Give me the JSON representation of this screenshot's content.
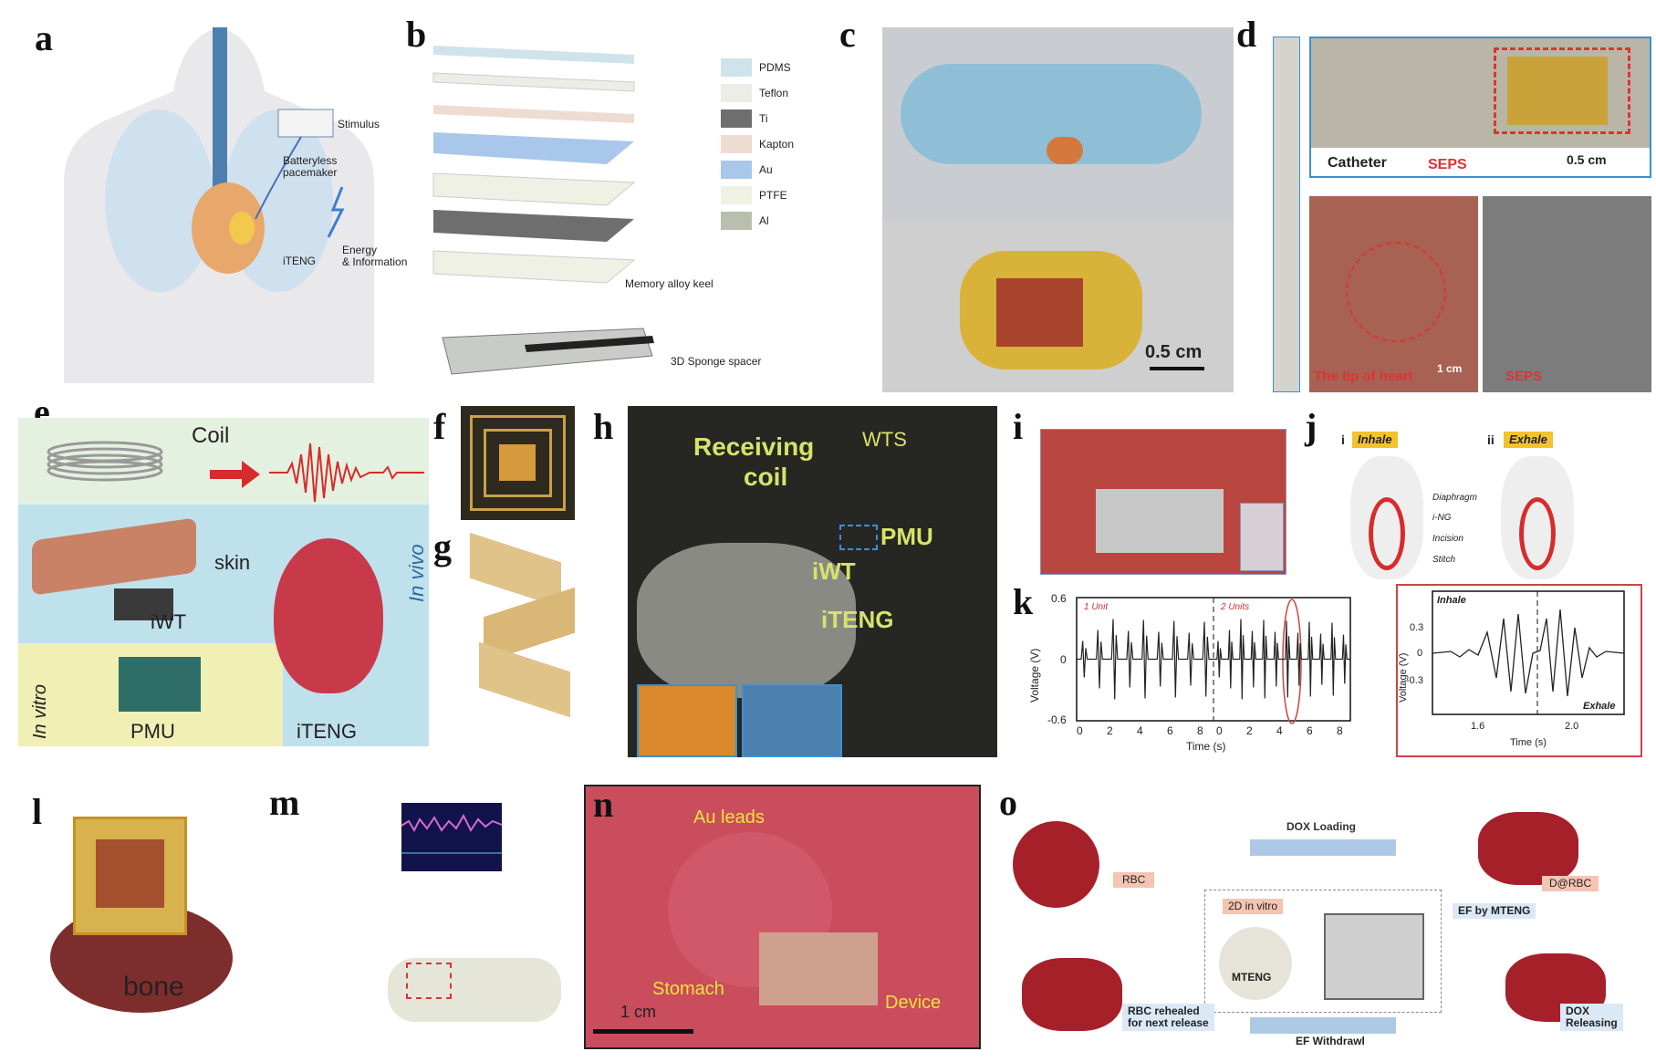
{
  "panels": {
    "a": {
      "label": "a",
      "stimulus": "Stimulus",
      "pacemaker": "Batteryless\npacemaker",
      "iteng": "iTENG",
      "energy": "Energy\n& Information"
    },
    "b": {
      "label": "b",
      "legend": [
        {
          "name": "PDMS",
          "color": "#cfe3ea"
        },
        {
          "name": "Teflon",
          "color": "#eaeee6"
        },
        {
          "name": "Ti",
          "color": "#6e6e6e"
        },
        {
          "name": "Kapton",
          "color": "#eedcd2"
        },
        {
          "name": "Au",
          "color": "#a9c7ea"
        },
        {
          "name": "PTFE",
          "color": "#eef1e4"
        },
        {
          "name": "Al",
          "color": "#b9bfae"
        }
      ],
      "keel": "Memory alloy keel",
      "spacer": "3D Sponge spacer"
    },
    "c": {
      "label": "c",
      "scale": "0.5 cm"
    },
    "d": {
      "label": "d",
      "catheter": "Catheter",
      "seps": "SEPS",
      "scale": "0.5 cm",
      "tip": "The tip of heart",
      "scale2": "1 cm",
      "seps2": "SEPS"
    },
    "e": {
      "label": "e",
      "coil": "Coil",
      "skin": "skin",
      "iwt": "iWT",
      "invivo": "In vivo",
      "invitro": "In vitro",
      "pmu": "PMU",
      "iteng": "iTENG"
    },
    "f": {
      "label": "f"
    },
    "g": {
      "label": "g"
    },
    "h": {
      "label": "h",
      "receiving": "Receiving",
      "coil": "coil",
      "wts": "WTS",
      "pmu": "PMU",
      "iwt": "iWT",
      "iteng": "iTENG"
    },
    "i": {
      "label": "i"
    },
    "j": {
      "label": "j",
      "i": "i",
      "inhale": "Inhale",
      "ii": "ii",
      "exhale": "Exhale",
      "diaphragm": "Diaphragm",
      "ing": "i-NG",
      "incision": "Incision",
      "stitch": "Stitch"
    },
    "k": {
      "label": "k",
      "unit1": "1 Unit",
      "unit2": "2 Units",
      "ylabel": "Voltage (V)",
      "xlabel": "Time (s)",
      "yticks": [
        "0.6",
        "0",
        "-0.6"
      ],
      "xticks": [
        "0",
        "2",
        "4",
        "6",
        "8",
        "0",
        "2",
        "4",
        "6",
        "8"
      ],
      "inset": {
        "inhale": "Inhale",
        "exhale": "Exhale",
        "ylabel": "Voltage (V)",
        "xlabel": "Time (s)",
        "yticks": [
          "0.3",
          "0",
          "-0.3"
        ],
        "xticks": [
          "1.6",
          "2.0"
        ]
      }
    },
    "l": {
      "label": "l",
      "bone": "bone"
    },
    "m": {
      "label": "m"
    },
    "n": {
      "label": "n",
      "au": "Au leads",
      "stomach": "Stomach",
      "device": "Device",
      "scale": "1 cm"
    },
    "o": {
      "label": "o",
      "rbc": "RBC",
      "dox_loading": "DOX Loading",
      "drbc": "D@RBC",
      "efmteng": "EF by MTENG",
      "vitro": "2D in vitro",
      "mteng": "MTENG",
      "dox_rel": "DOX\nReleasing",
      "ef_withdraw": "EF Withdrawl",
      "rehealed": "RBC rehealed\nfor next release"
    }
  }
}
